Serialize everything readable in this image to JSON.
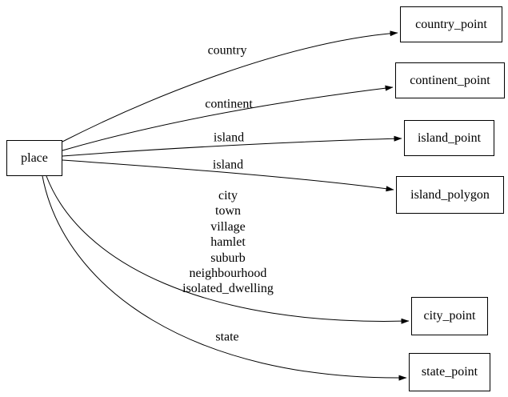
{
  "diagram": {
    "type": "directed-graph",
    "background_color": "#ffffff",
    "line_color": "#000000",
    "nodes": [
      {
        "id": "place",
        "label": "place"
      },
      {
        "id": "country_point",
        "label": "country_point"
      },
      {
        "id": "continent_point",
        "label": "continent_point"
      },
      {
        "id": "island_point",
        "label": "island_point"
      },
      {
        "id": "island_polygon",
        "label": "island_polygon"
      },
      {
        "id": "city_point",
        "label": "city_point"
      },
      {
        "id": "state_point",
        "label": "state_point"
      }
    ],
    "edges": [
      {
        "from": "place",
        "to": "country_point",
        "label": "country"
      },
      {
        "from": "place",
        "to": "continent_point",
        "label": "continent"
      },
      {
        "from": "place",
        "to": "island_point",
        "label": "island"
      },
      {
        "from": "place",
        "to": "island_polygon",
        "label": "island"
      },
      {
        "from": "place",
        "to": "city_point",
        "label_lines": [
          "city",
          "town",
          "village",
          "hamlet",
          "suburb",
          "neighbourhood",
          "isolated_dwelling"
        ]
      },
      {
        "from": "place",
        "to": "state_point",
        "label": "state"
      }
    ]
  }
}
